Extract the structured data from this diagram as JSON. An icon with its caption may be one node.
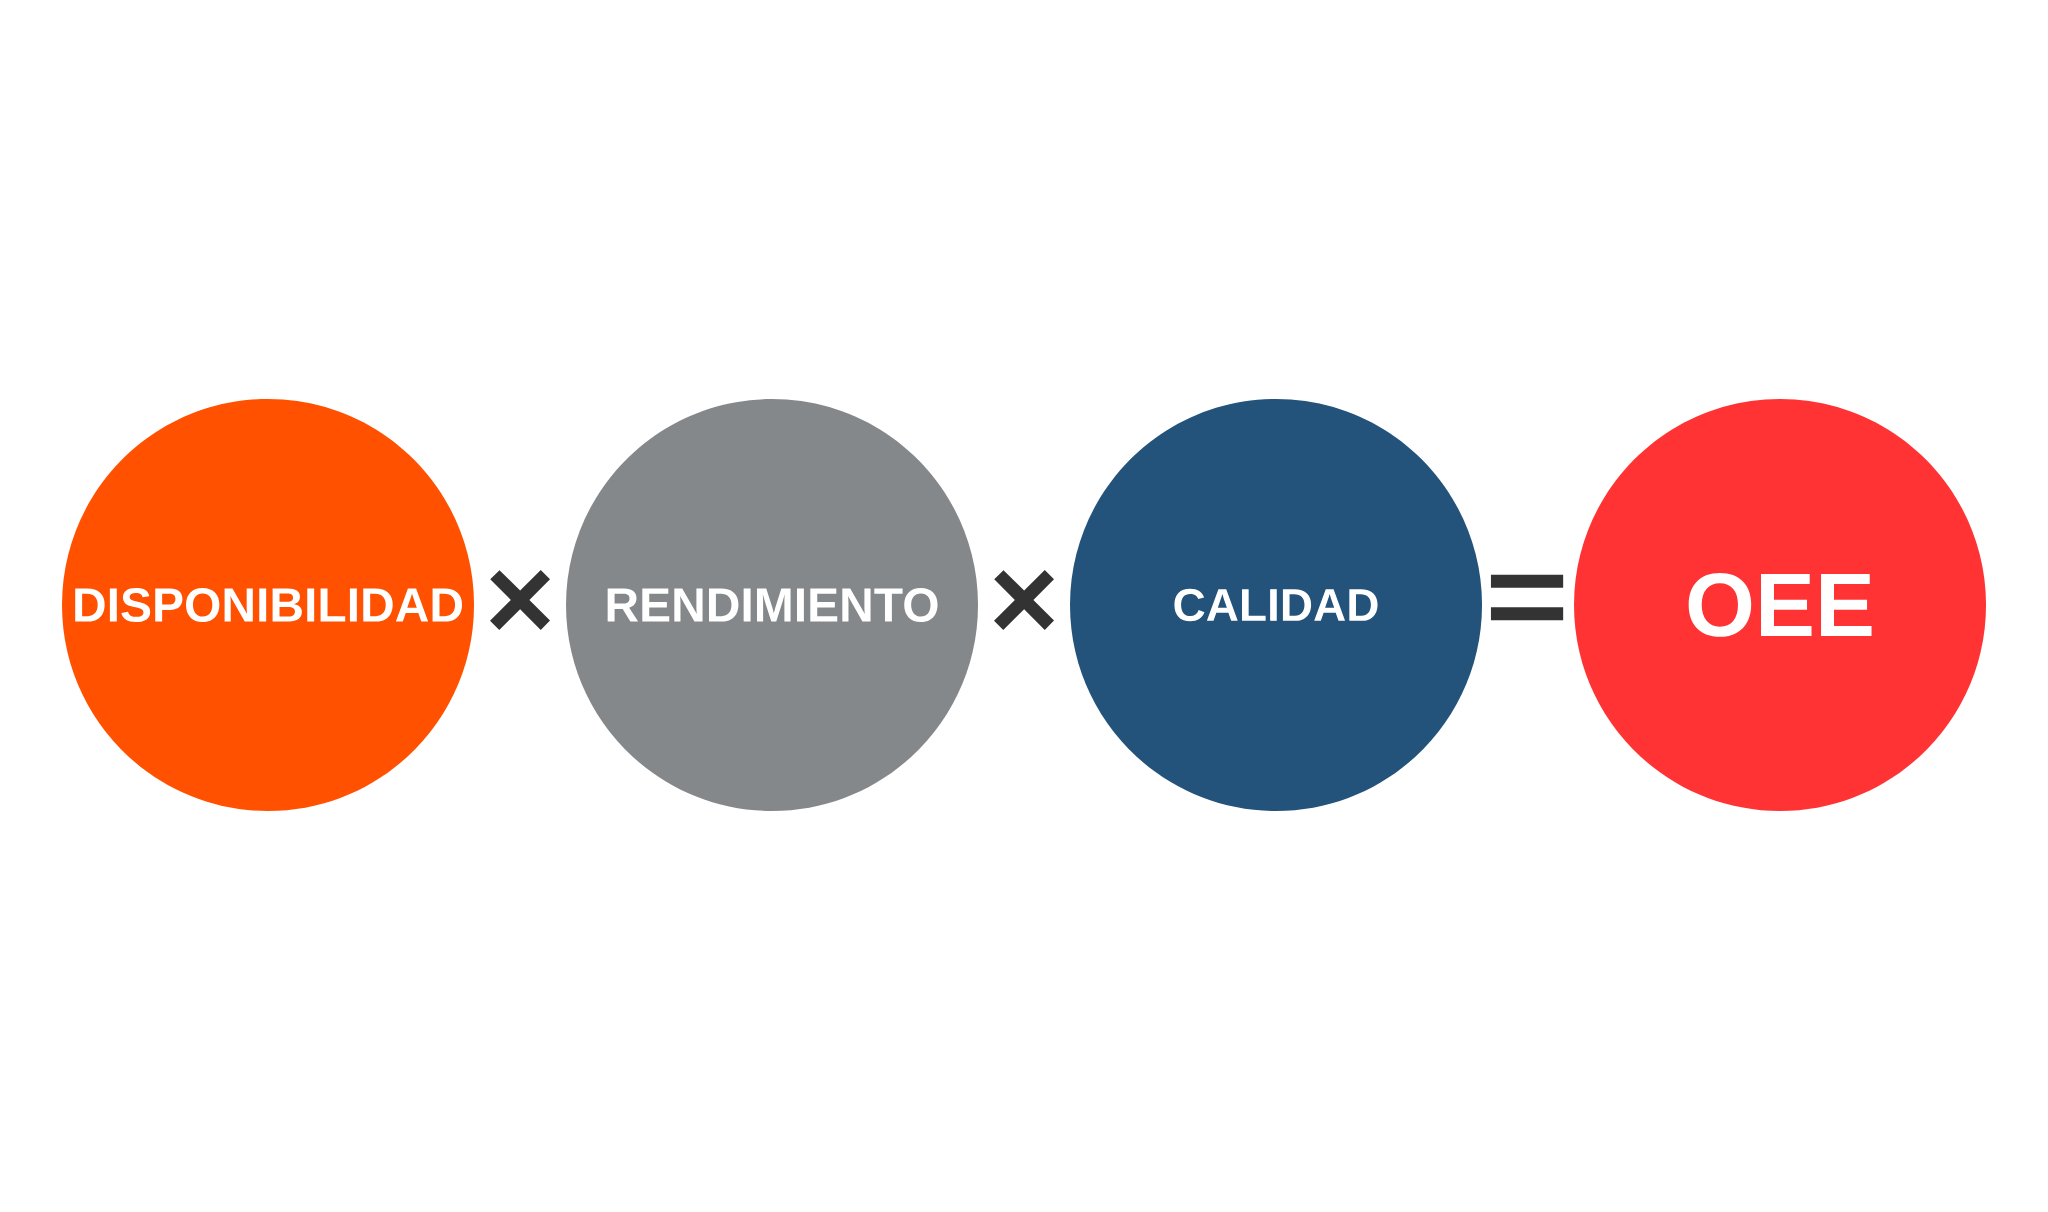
{
  "diagram": {
    "nodes": [
      {
        "text": [
          "DISPONIBILIDAD"
        ]
      },
      {
        "text": [
          "RENDIMIENTO"
        ]
      },
      {
        "text": [
          "CALIDAD"
        ]
      },
      {
        "text": [
          "OEE"
        ]
      }
    ],
    "labels": [
      "×",
      "×",
      "="
    ]
  }
}
